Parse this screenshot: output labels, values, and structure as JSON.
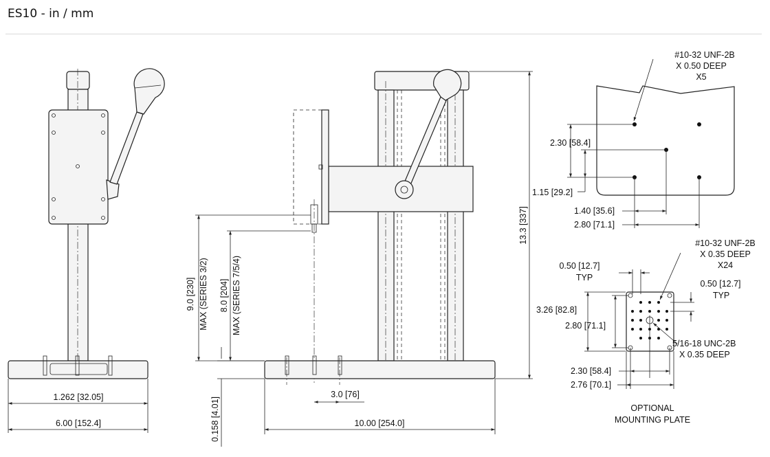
{
  "header": {
    "title": "ES10 - in / mm"
  },
  "front_view": {
    "dim_base_inner": "1.262 [32.05]",
    "dim_base_width": "6.00 [152.4]"
  },
  "side_view": {
    "dim_travel_series_3_2": "9.0 [230]",
    "label_series_3_2": "MAX (SERIES 3/2)",
    "dim_travel_series_7_5_4": "8.0 [204]",
    "label_series_7_5_4": "MAX (SERIES 7/5/4)",
    "dim_height": "13.3 [337]",
    "dim_hole_offset": "3.0 [76]",
    "dim_base_thickness": "0.158 [4.01]",
    "dim_base_length": "10.00 [254.0]"
  },
  "top_view": {
    "thread_line1": "#10-32 UNF-2B",
    "thread_line2": "X 0.50 DEEP",
    "thread_line3": "X5",
    "dim_v_outer": "2.30 [58.4]",
    "dim_v_inner": "1.15 [29.2]",
    "dim_h_inner": "1.40 [35.6]",
    "dim_h_outer": "2.80 [71.1]"
  },
  "mounting_plate": {
    "thread_line1": "#10-32 UNF-2B",
    "thread_line2": "X 0.35 DEEP",
    "thread_line3": "X24",
    "pitch_left": "0.50 [12.7]",
    "pitch_left_typ": "TYP",
    "pitch_right": "0.50 [12.7]",
    "pitch_right_typ": "TYP",
    "dim_v_outer": "3.26 [82.8]",
    "dim_v_inner": "2.80 [71.1]",
    "center_thread_line1": "5/16-18 UNC-2B",
    "center_thread_line2": "X 0.35 DEEP",
    "dim_h_inner": "2.30 [58.4]",
    "dim_h_outer": "2.76 [70.1]",
    "caption_line1": "OPTIONAL",
    "caption_line2": "MOUNTING PLATE"
  }
}
